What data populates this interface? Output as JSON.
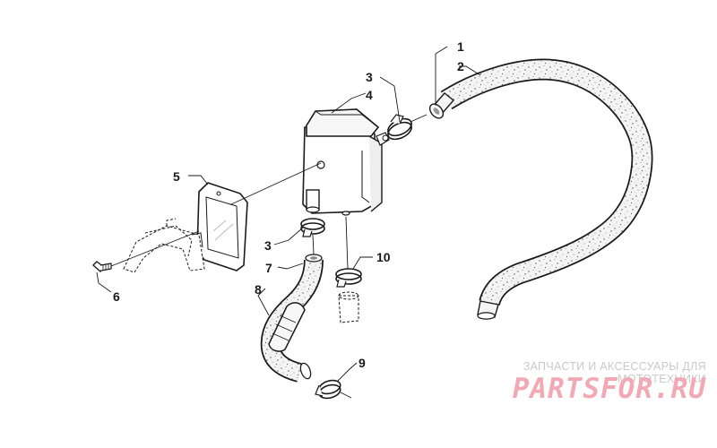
{
  "callouts": {
    "c1": "1",
    "c2": "2",
    "c3a": "3",
    "c4": "4",
    "c5": "5",
    "c3b": "3",
    "c10": "10",
    "c7": "7",
    "c8": "8",
    "c6": "6",
    "c9": "9"
  },
  "watermark": {
    "caption": "ЗАПЧАСТИ И АКСЕССУАРЫ ДЛЯ МОТОТЕХНИКИ",
    "logo": "PARTSFOR.RU"
  },
  "colors": {
    "line": "#1a1a1a",
    "hose_fill": "#f4f4f4",
    "watermark_caption": "#c9c9c9",
    "watermark_logo": "#f3a9b3"
  }
}
